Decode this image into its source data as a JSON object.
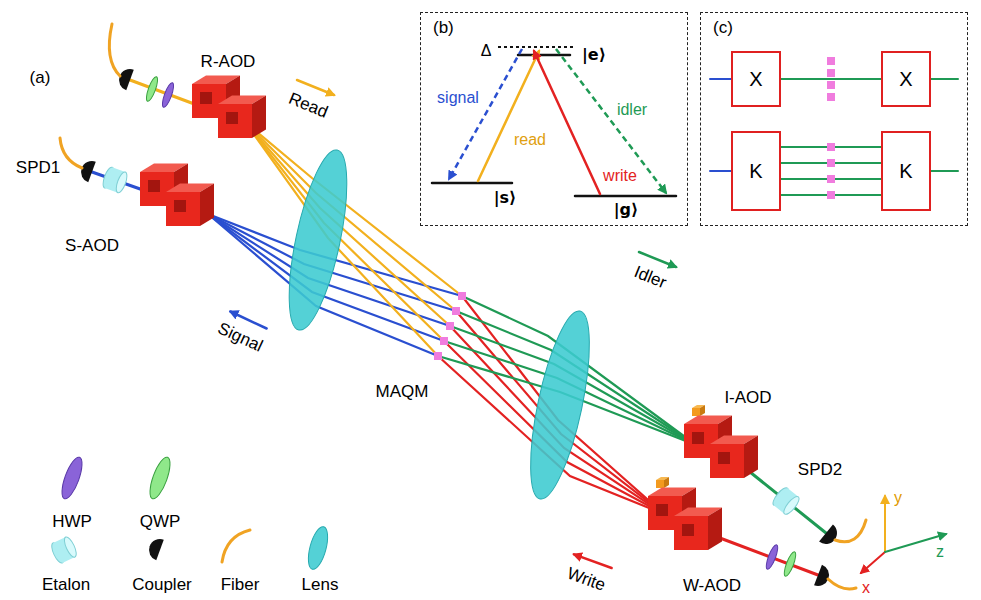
{
  "diagram": {
    "nodes": [
      {
        "text": [
          "(b)"
        ]
      },
      {
        "text": [
          "(c)"
        ]
      },
      {
        "text": [
          "X"
        ],
        "in": 1
      },
      {
        "text": [
          "X"
        ],
        "in": 1
      },
      {
        "text": [
          "K"
        ],
        "in": 1
      },
      {
        "text": [
          "K"
        ],
        "in": 1
      }
    ],
    "edges": [
      {
        "from": 2,
        "to": 3,
        "arrow": "none"
      },
      {
        "from": 4,
        "to": 5,
        "arrow": "none"
      },
      {
        "from": 4,
        "to": 5,
        "arrow": "none"
      },
      {
        "from": 4,
        "to": 5,
        "arrow": "none"
      },
      {
        "from": 4,
        "to": 5,
        "arrow": "none"
      }
    ],
    "labels": [
      "(a)",
      "R-AOD",
      "Read",
      "SPD1",
      "S-AOD",
      "Signal",
      "MAQM",
      "Idler",
      "I-AOD",
      "SPD2",
      "W-AOD",
      "Write",
      "y",
      "x",
      "z",
      "Δ",
      "|e⟩",
      "signal",
      "read",
      "write",
      "idler",
      "|s⟩",
      "|g⟩"
    ],
    "legend": [
      {
        "text": "HWP"
      },
      {
        "text": "QWP"
      },
      {
        "text": "Etalon"
      },
      {
        "text": "Coupler"
      },
      {
        "text": "Fiber"
      },
      {
        "text": "Lens"
      }
    ]
  }
}
